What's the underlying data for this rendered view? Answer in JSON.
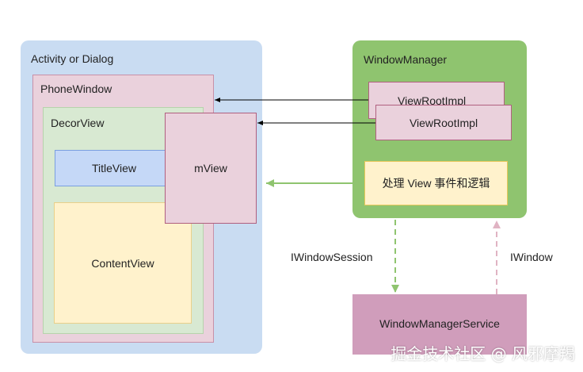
{
  "activity": {
    "label": "Activity or Dialog"
  },
  "phone_window": {
    "label": "PhoneWindow"
  },
  "decor_view": {
    "label": "DecorView"
  },
  "title_view": {
    "label": "TitleView"
  },
  "content_view": {
    "label": "ContentView"
  },
  "m_view": {
    "label": "mView"
  },
  "window_manager": {
    "label": "WindowManager",
    "view_root_impl_1": "ViewRootImpl",
    "view_root_impl_2": "ViewRootImpl",
    "handler": "处理 View 事件和逻辑"
  },
  "window_manager_service": {
    "label": "WindowManagerService"
  },
  "connections": {
    "session_label": "IWindowSession",
    "window_label": "IWindow"
  },
  "watermark": "掘金技术社区 @ 风邪摩羯",
  "colors": {
    "activity_bg": "#c9dcf2",
    "phone_window_bg": "#ead1dc",
    "decor_view_bg": "#d8e9d2",
    "title_view_bg": "#c5d8f7",
    "content_view_bg": "#fff2cc",
    "window_manager_bg": "#8fc46f",
    "wms_bg": "#d09dbb",
    "green_arrow": "#8fc46f",
    "pink_arrow": "#e0b3c3"
  }
}
